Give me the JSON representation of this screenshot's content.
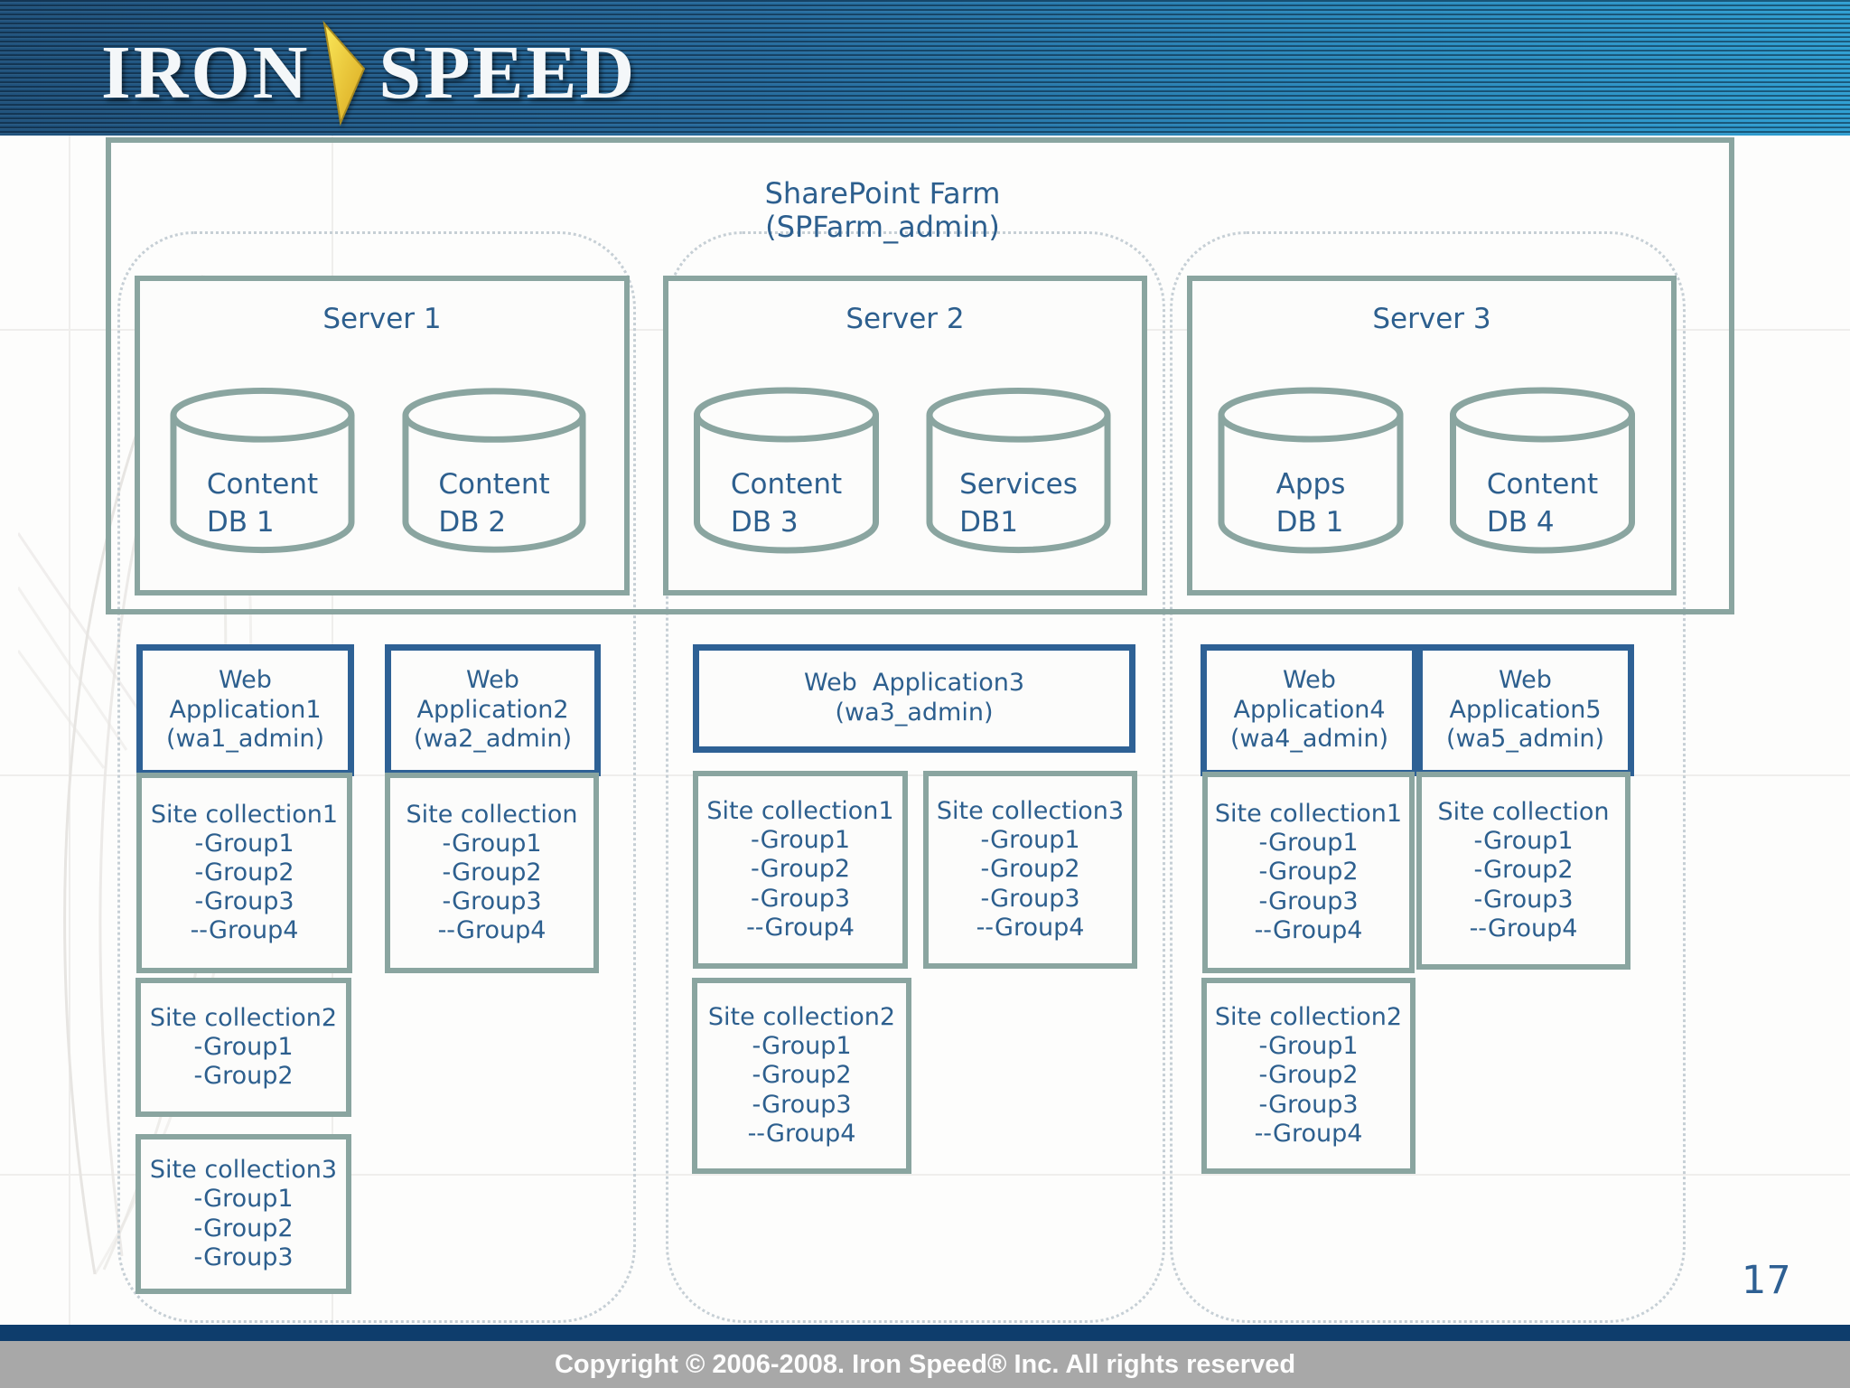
{
  "header": {
    "brand": {
      "word1": "IRON",
      "word2": "SPEED"
    }
  },
  "farm": {
    "title": "SharePoint Farm",
    "subtitle": "(SPFarm_admin)"
  },
  "servers": [
    {
      "name": "Server 1",
      "databases": [
        {
          "lines": [
            "Content",
            "DB 1"
          ]
        },
        {
          "lines": [
            "Content",
            "DB 2"
          ]
        }
      ]
    },
    {
      "name": "Server 2",
      "databases": [
        {
          "lines": [
            "Content",
            "DB 3"
          ]
        },
        {
          "lines": [
            "Services",
            "DB1"
          ]
        }
      ]
    },
    {
      "name": "Server 3",
      "databases": [
        {
          "lines": [
            "Apps",
            "DB 1"
          ]
        },
        {
          "lines": [
            "Content",
            "DB 4"
          ]
        }
      ]
    }
  ],
  "web_applications": [
    {
      "lines": [
        "Web",
        "Application1",
        "(wa1_admin)"
      ]
    },
    {
      "lines": [
        "Web",
        "Application2",
        "(wa2_admin)"
      ]
    },
    {
      "lines": [
        "Web  Application3",
        "(wa3_admin)"
      ]
    },
    {
      "lines": [
        "Web",
        "Application4",
        "(wa4_admin)"
      ]
    },
    {
      "lines": [
        "Web",
        "Application5",
        "(wa5_admin)"
      ]
    }
  ],
  "site_collections": [
    {
      "title": "Site collection1",
      "groups": [
        "-Group1",
        "-Group2",
        "-Group3",
        "--Group4"
      ]
    },
    {
      "title": "Site collection",
      "groups": [
        "-Group1",
        "-Group2",
        "-Group3",
        "--Group4"
      ]
    },
    {
      "title": "Site collection1",
      "groups": [
        "-Group1",
        "-Group2",
        "-Group3",
        "--Group4"
      ]
    },
    {
      "title": "Site collection3",
      "groups": [
        "-Group1",
        "-Group2",
        "-Group3",
        "--Group4"
      ]
    },
    {
      "title": "Site collection1",
      "groups": [
        "-Group1",
        "-Group2",
        "-Group3",
        "--Group4"
      ]
    },
    {
      "title": "Site collection",
      "groups": [
        "-Group1",
        "-Group2",
        "-Group3",
        "--Group4"
      ]
    },
    {
      "title": "Site collection2",
      "groups": [
        "-Group1",
        "-Group2"
      ]
    },
    {
      "title": "Site collection2",
      "groups": [
        "-Group1",
        "-Group2",
        "-Group3",
        "--Group4"
      ]
    },
    {
      "title": "Site collection2",
      "groups": [
        "-Group1",
        "-Group2",
        "-Group3",
        "--Group4"
      ]
    },
    {
      "title": "Site collection3",
      "groups": [
        "-Group1",
        "-Group2",
        "-Group3"
      ]
    }
  ],
  "page_number": "17",
  "footer": {
    "copyright": "Copyright © 2006-2008. Iron Speed® Inc. All rights reserved"
  },
  "colors": {
    "accent_text_blue": "#2d5f8e",
    "box_border_sage": "#8aa5a0",
    "webapp_border_blue": "#2e6195",
    "footer_bar_navy": "#0e3d6c",
    "footer_bar_gray": "#a8a8a8",
    "header_blue_dark": "#20527c",
    "header_blue_light": "#2f9fd2",
    "bolt_yellow": "#f2d23a"
  }
}
